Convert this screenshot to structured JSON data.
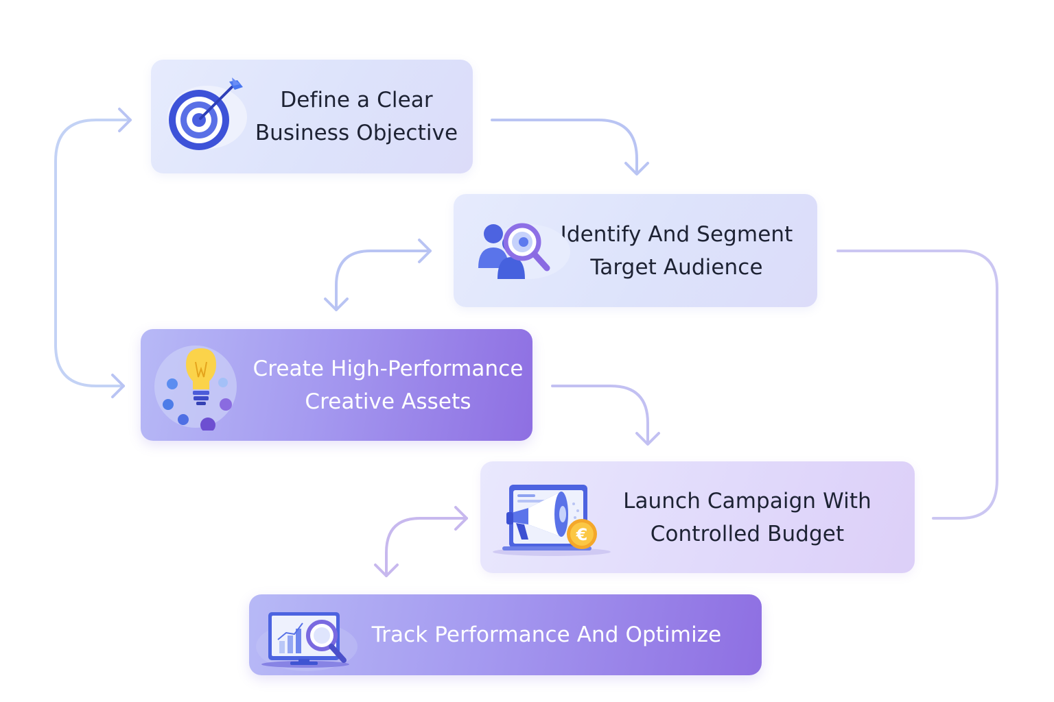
{
  "diagram": {
    "steps": [
      {
        "label": "Define a Clear\nBusiness Objective",
        "icon": "target-icon",
        "style": "light"
      },
      {
        "label": "Identify And Segment\nTarget Audience",
        "icon": "audience-search-icon",
        "style": "light"
      },
      {
        "label": "Create High-Performance\nCreative Assets",
        "icon": "lightbulb-icon",
        "style": "dark"
      },
      {
        "label": "Launch Campaign With\nControlled Budget",
        "icon": "megaphone-euro-icon",
        "style": "lilac"
      },
      {
        "label": "Track Performance And Optimize",
        "icon": "analytics-monitor-icon",
        "style": "dark"
      }
    ],
    "colors": {
      "connector_blue": "#b9c4f3",
      "connector_purple": "#c7b8ee",
      "accent_blue": "#4d63e0",
      "accent_purple": "#8b6fe0",
      "coin_gold": "#f7b733"
    }
  }
}
